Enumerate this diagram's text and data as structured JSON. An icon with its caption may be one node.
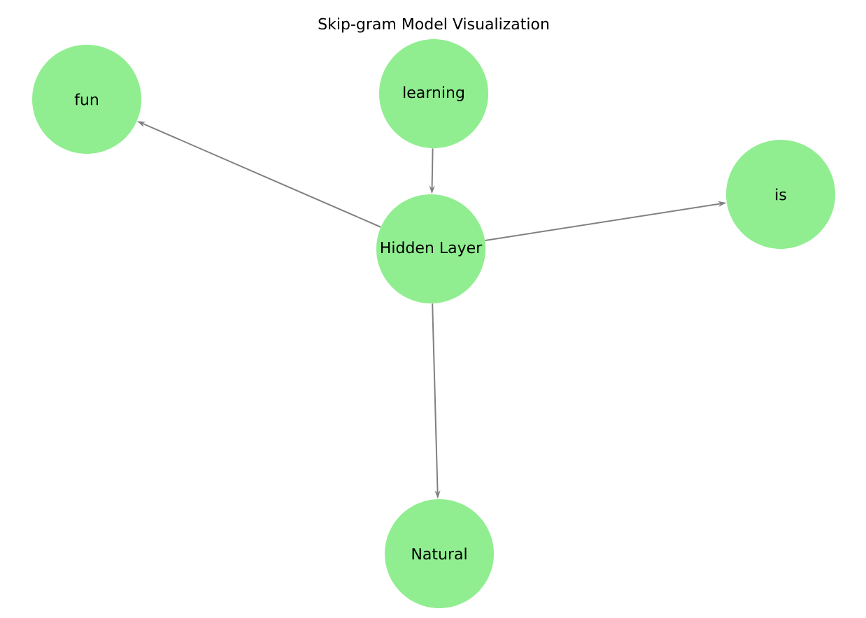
{
  "diagram": {
    "title": "Skip-gram Model Visualization",
    "nodes": [
      {
        "text": [
          "fun"
        ]
      },
      {
        "text": [
          "learning"
        ]
      },
      {
        "text": [
          "is"
        ]
      },
      {
        "text": [
          "Hidden Layer"
        ]
      },
      {
        "text": [
          "Natural"
        ]
      }
    ],
    "edges": [
      {
        "from": 1,
        "to": 3,
        "arrow": "to"
      },
      {
        "from": 3,
        "to": 0,
        "arrow": "to"
      },
      {
        "from": 3,
        "to": 2,
        "arrow": "to"
      },
      {
        "from": 3,
        "to": 4,
        "arrow": "to"
      }
    ]
  }
}
